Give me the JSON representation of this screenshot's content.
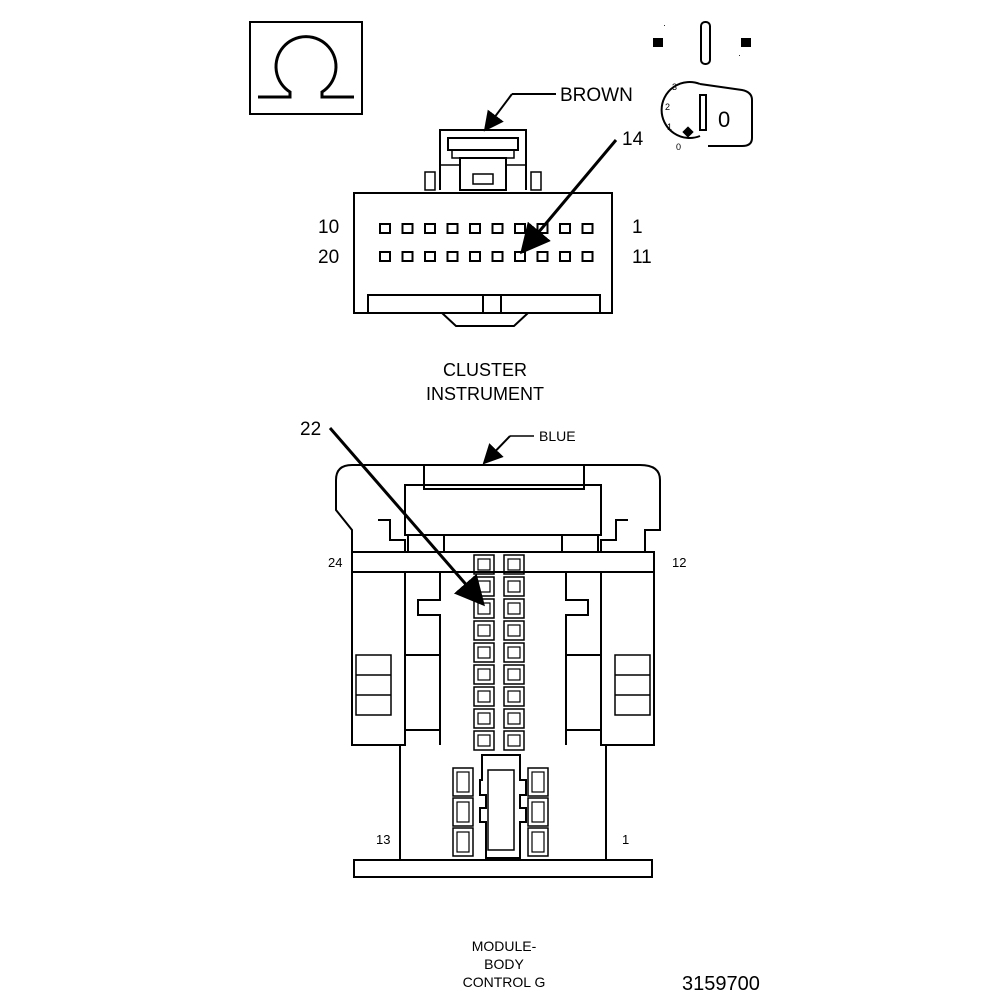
{
  "top_connector": {
    "color_label": "BROWN",
    "pin_callout": "14",
    "row1_left": "10",
    "row1_right": "1",
    "row2_left": "20",
    "row2_right": "11",
    "name_line1": "CLUSTER",
    "name_line2": "INSTRUMENT"
  },
  "key_switch": {
    "positions": [
      "3",
      "2",
      "1",
      "0"
    ],
    "key_label": "0"
  },
  "bottom_connector": {
    "color_label": "BLUE",
    "pin_callout": "22",
    "upper_left": "24",
    "upper_right": "12",
    "lower_left": "13",
    "lower_right": "1",
    "name_line1": "MODULE-",
    "name_line2": "BODY",
    "name_line3": "CONTROL G"
  },
  "figure_id": "3159700"
}
